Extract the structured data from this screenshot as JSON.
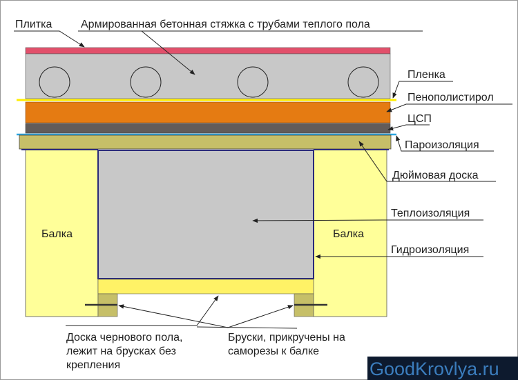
{
  "labels": {
    "tile": "Плитка",
    "screed": "Армированная бетонная стяжка с трубами теплого пола",
    "film": "Пленка",
    "eps": "Пенополистирол",
    "csp": "ЦСП",
    "vapor": "Пароизоляция",
    "board": "Дюймовая доска",
    "insulation": "Теплоизоляция",
    "waterproof": "Гидроизоляция",
    "beam_left": "Балка",
    "beam_right": "Балка",
    "subfloor_line1": "Доска чернового пола,",
    "subfloor_line2": "лежит на брусках без",
    "subfloor_line3": "крепления",
    "bars_line1": "Бруски, прикручены на",
    "bars_line2": "саморезы к балке"
  },
  "watermark": "GoodKrovlya.ru",
  "colors": {
    "tile": "#e2506b",
    "screed": "#c8c8c8",
    "film": "#ffee00",
    "eps": "#e57b12",
    "csp": "#625c5a",
    "vapor": "#2aa6e0",
    "board": "#c6bf68",
    "beam": "#ffff99",
    "subfloor": "#fff266"
  }
}
